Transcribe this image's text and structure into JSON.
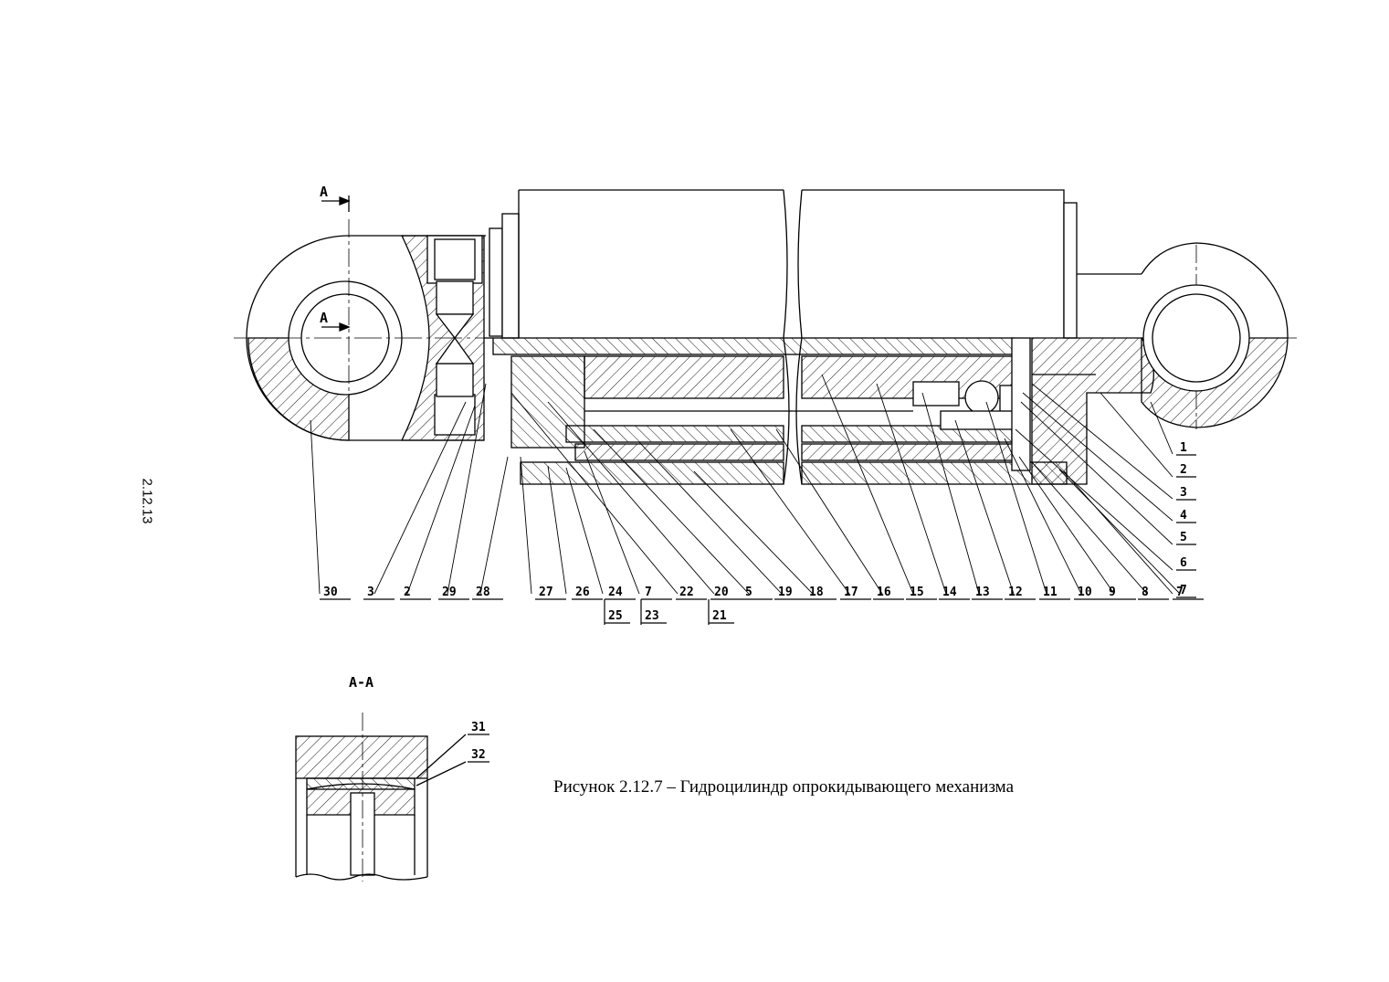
{
  "page_number": "2.12.13",
  "caption": "Рисунок 2.12.7 – Гидроцилиндр опрокидывающего механизма",
  "section_marker": "А",
  "section_title": "А-А",
  "part_labels_right": [
    "1",
    "2",
    "3",
    "4",
    "5",
    "6",
    "7"
  ],
  "part_labels_bottom": [
    "30",
    "3",
    "2",
    "29",
    "28",
    "27",
    "26",
    "24",
    "7",
    "22",
    "20",
    "5",
    "19",
    "18",
    "17",
    "16",
    "15",
    "14",
    "13",
    "12",
    "11",
    "10",
    "9",
    "8",
    "7"
  ],
  "part_labels_sub": [
    "25",
    "23",
    "21"
  ],
  "section_labels": [
    "31",
    "32"
  ]
}
